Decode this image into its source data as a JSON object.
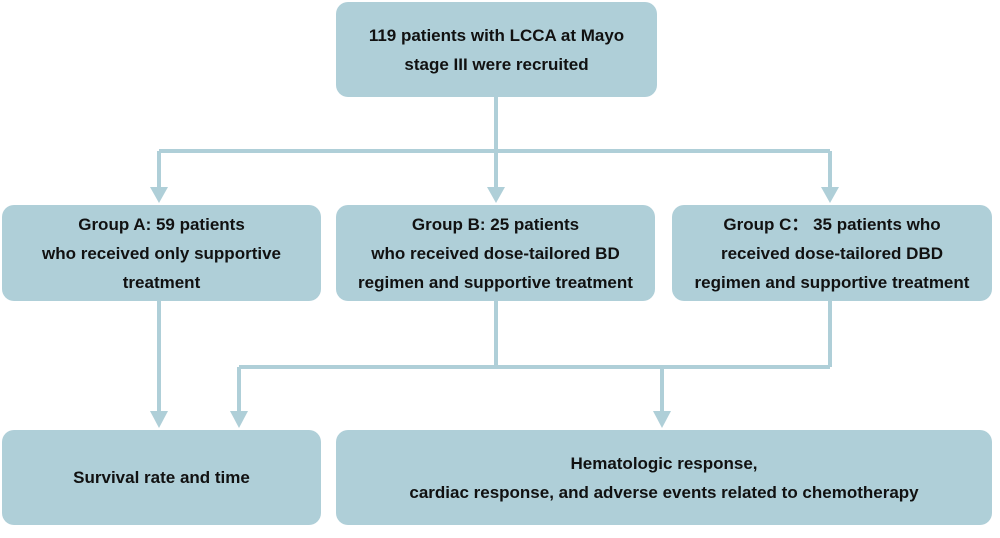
{
  "colors": {
    "box_fill": "#afcfd8",
    "line": "#afcfd8",
    "text": "#111111"
  },
  "recruitment": {
    "lines": [
      "119 patients with LCCA at Mayo",
      "stage III were recruited"
    ]
  },
  "groups": [
    {
      "lines": [
        "Group A: 59 patients",
        "who received only supportive",
        "treatment"
      ]
    },
    {
      "lines": [
        "Group B:  25 patients",
        "who received dose-tailored BD",
        "regimen and supportive treatment"
      ]
    },
    {
      "lines": [
        "Group C： 35 patients who",
        "received dose-tailored DBD",
        "regimen and supportive treatment"
      ]
    }
  ],
  "outcomes": {
    "survival": {
      "lines": [
        "Survival rate and time"
      ]
    },
    "response": {
      "lines": [
        "Hematologic response,",
        "cardiac response, and adverse events related to chemotherapy"
      ]
    }
  }
}
